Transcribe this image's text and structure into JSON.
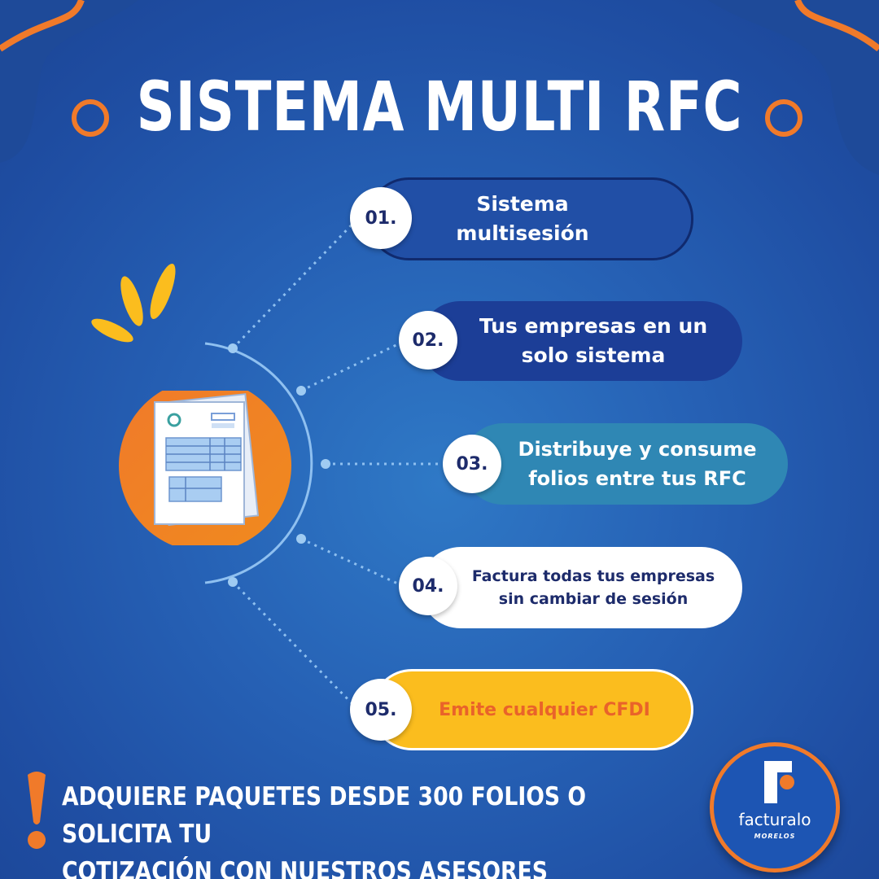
{
  "title": "SISTEMA MULTI RFC",
  "items": [
    {
      "number": "01.",
      "text": "Sistema multisesión"
    },
    {
      "number": "02.",
      "text": "Tus empresas en un solo sistema"
    },
    {
      "number": "03.",
      "text": "Distribuye y consume folios entre tus RFC"
    },
    {
      "number": "04.",
      "text": "Factura todas tus empresas sin cambiar de sesión"
    },
    {
      "number": "05.",
      "text": "Emite cualquier CFDI"
    }
  ],
  "footer": {
    "exclamation": "!",
    "line1": "ADQUIERE PAQUETES DESDE 300 FOLIOS O SOLICITA TU",
    "line2": "COTIZACIÓN CON NUESTROS ASESORES"
  },
  "logo": {
    "name": "facturalo",
    "region": "MORELOS"
  },
  "colors": {
    "orange": "#f07a2a",
    "yellow": "#fbbd1e",
    "navy": "#1d2b6b",
    "blue": "#1f4ea3"
  },
  "icons": [
    "document-stack-icon",
    "sparkle-rays-icon",
    "exclamation-icon",
    "facturalo-logo"
  ]
}
